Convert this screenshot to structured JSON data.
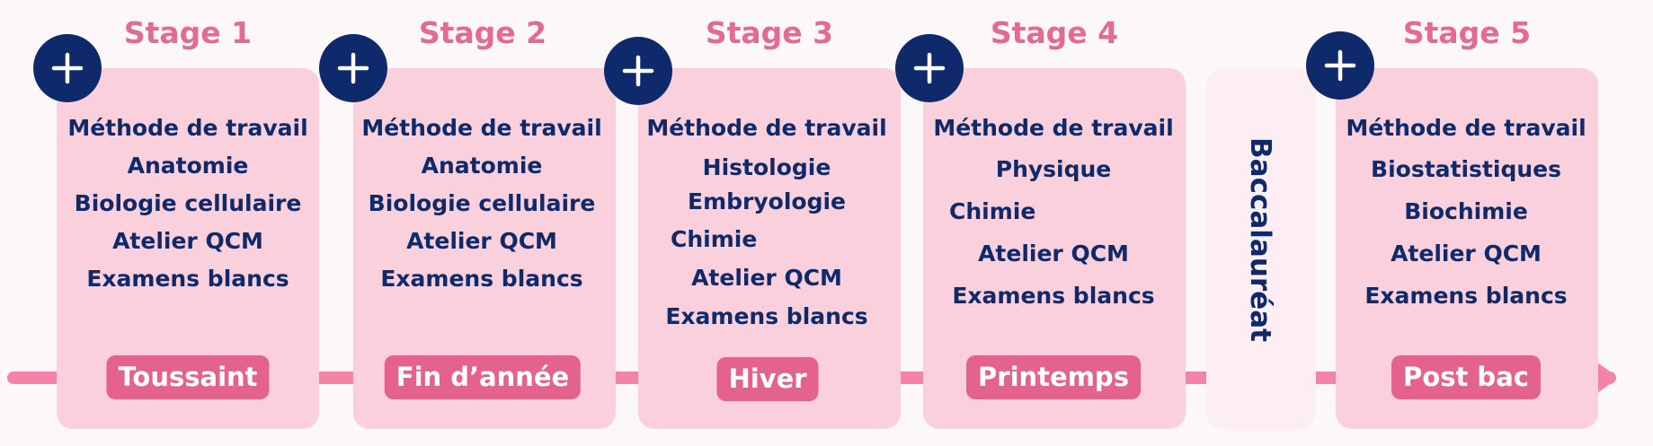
{
  "stages": [
    {
      "title": "Stage 1",
      "season": "Toussaint",
      "items": [
        "Méthode de travail",
        "Anatomie",
        "Biologie cellulaire",
        "Atelier QCM",
        "Examens blancs"
      ]
    },
    {
      "title": "Stage 2",
      "season": "Fin d’année",
      "items": [
        "Méthode de travail",
        "Anatomie",
        "Biologie cellulaire",
        "Atelier QCM",
        "Examens blancs"
      ]
    },
    {
      "title": "Stage 3",
      "season": "Hiver",
      "items": [
        "Méthode de travail",
        "Histologie",
        "Embryologie",
        "Chimie",
        "Atelier QCM",
        "Examens blancs"
      ]
    },
    {
      "title": "Stage 4",
      "season": "Printemps",
      "items": [
        "Méthode de travail",
        "Physique",
        "Chimie",
        "Atelier QCM",
        "Examens blancs"
      ]
    },
    {
      "title": "Stage 5",
      "season": "Post bac",
      "items": [
        "Méthode de travail",
        "Biostatistiques",
        "Biochimie",
        "Atelier QCM",
        "Examens blancs"
      ]
    }
  ],
  "milestone": {
    "label": "Baccalauréat"
  },
  "icons": {
    "badge": "plus-icon"
  },
  "colors": {
    "title": "#e36b8f",
    "card": "#fad0dc",
    "badge": "#0e2a6a",
    "text": "#102a69",
    "timeline": "#f484a6",
    "season_pill": "#e4638c"
  }
}
